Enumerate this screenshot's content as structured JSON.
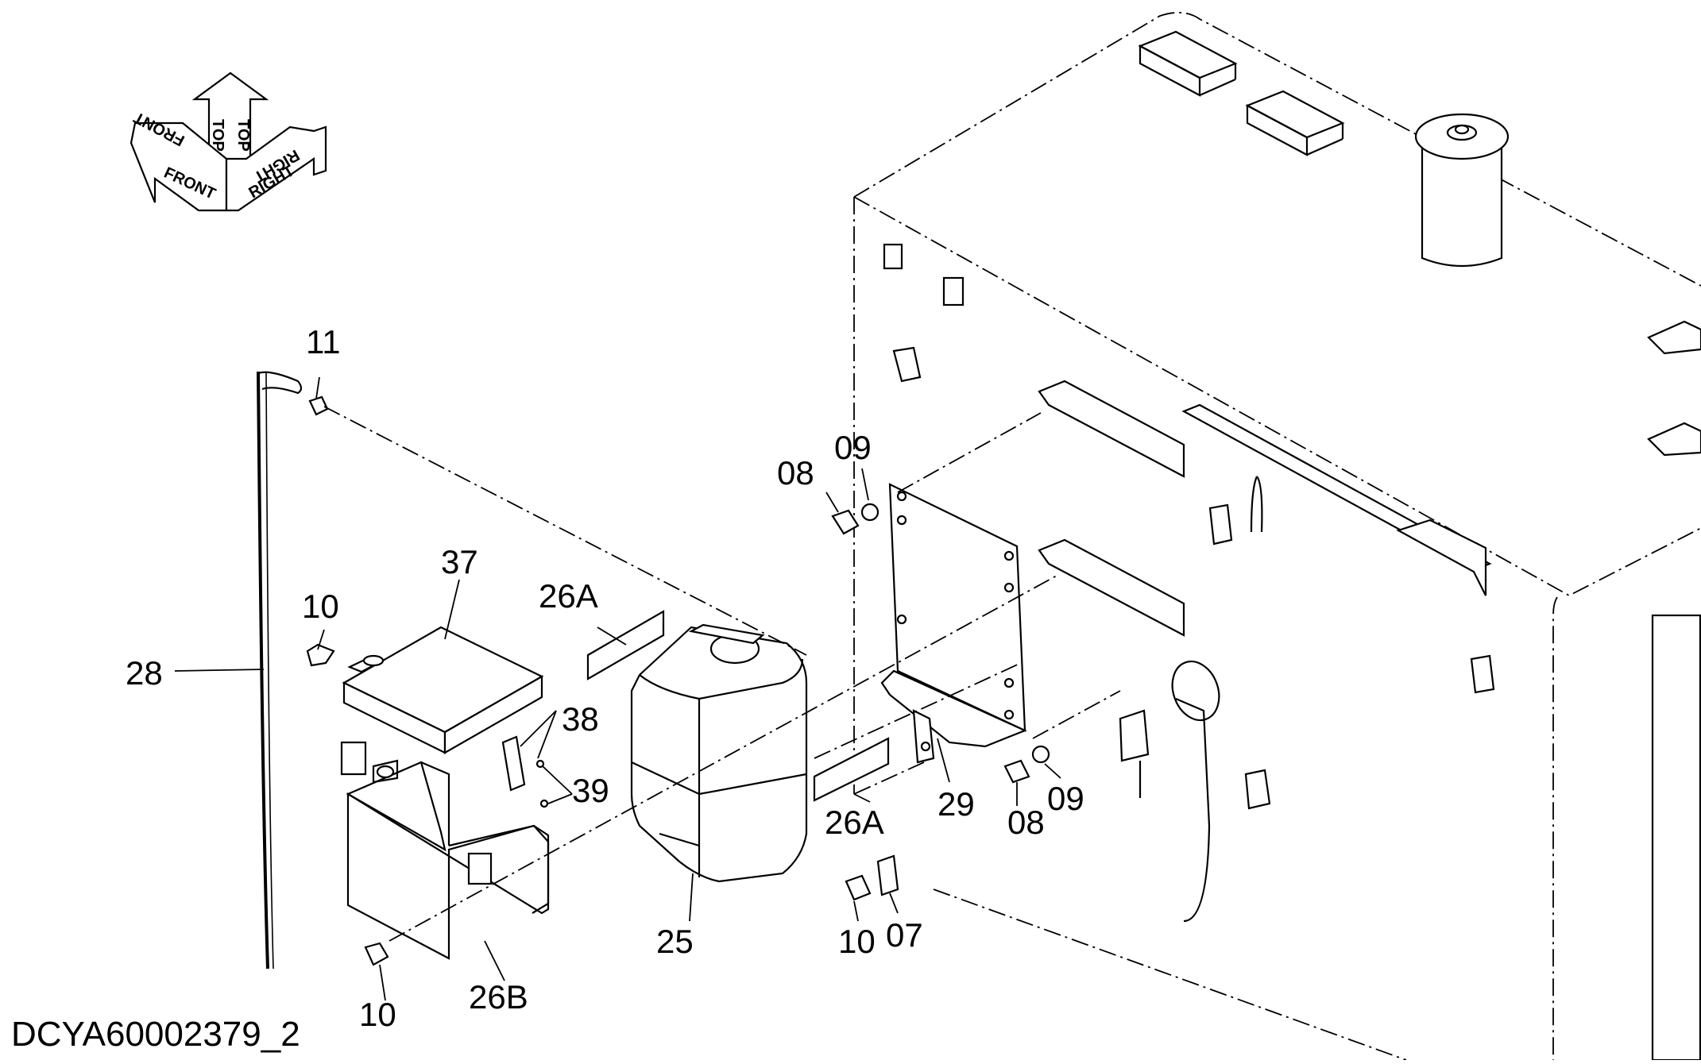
{
  "drawing_id": "DCYA60002379_2",
  "orientation": {
    "labels": [
      "FRONT",
      "TOP",
      "RIGHT"
    ]
  },
  "callouts": [
    "11",
    "28",
    "10",
    "37",
    "38",
    "39",
    "26A",
    "25",
    "26B",
    "10",
    "08",
    "09",
    "29",
    "26A",
    "08",
    "09",
    "10",
    "07"
  ]
}
